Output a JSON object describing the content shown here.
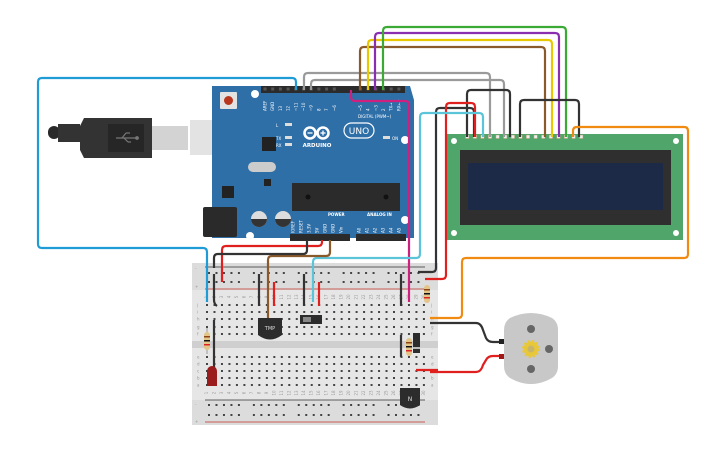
{
  "arduino": {
    "brand": "ARDUINO",
    "model": "UNO",
    "digital_label": "DIGITAL (PWM~)",
    "power_label": "POWER",
    "analog_label": "ANALOG IN",
    "on_label": "ON",
    "led_labels": [
      "L",
      "TX",
      "RX"
    ],
    "digital_pins": [
      "AREF",
      "GND",
      "13",
      "12",
      "~11",
      "~10",
      "~9",
      "8",
      "7",
      "~6",
      "~5",
      "4",
      "~3",
      "2",
      "TX→1",
      "RX←0"
    ],
    "power_pins": [
      "IOREF",
      "RESET",
      "3.3V",
      "5V",
      "GND",
      "GND",
      "Vin"
    ],
    "analog_pins": [
      "A0",
      "A1",
      "A2",
      "A3",
      "A4",
      "A5"
    ],
    "board_color": "#2f6fa7"
  },
  "breadboard": {
    "row_letters_top": [
      "j",
      "i",
      "h",
      "g",
      "f"
    ],
    "row_letters_bottom": [
      "e",
      "d",
      "c",
      "b",
      "a"
    ],
    "columns": 30,
    "rail_plus": "+",
    "rail_minus": "-"
  },
  "components": {
    "temp_sensor_label": "TMP",
    "transistor_label": "N"
  },
  "wire_colors": {
    "blue": "#1f9bd6",
    "grey": "#9a9a9a",
    "brown": "#8b5a2b",
    "yellow": "#e8c800",
    "purple": "#8a2fb0",
    "green": "#3aaa35",
    "magenta": "#d0207f",
    "black": "#333333",
    "red": "#e0201e",
    "cyan": "#5bc4d8",
    "orange": "#f08a10"
  },
  "lcd": {
    "board_color": "#4fa56a",
    "screen_color": "#1d2a47"
  }
}
